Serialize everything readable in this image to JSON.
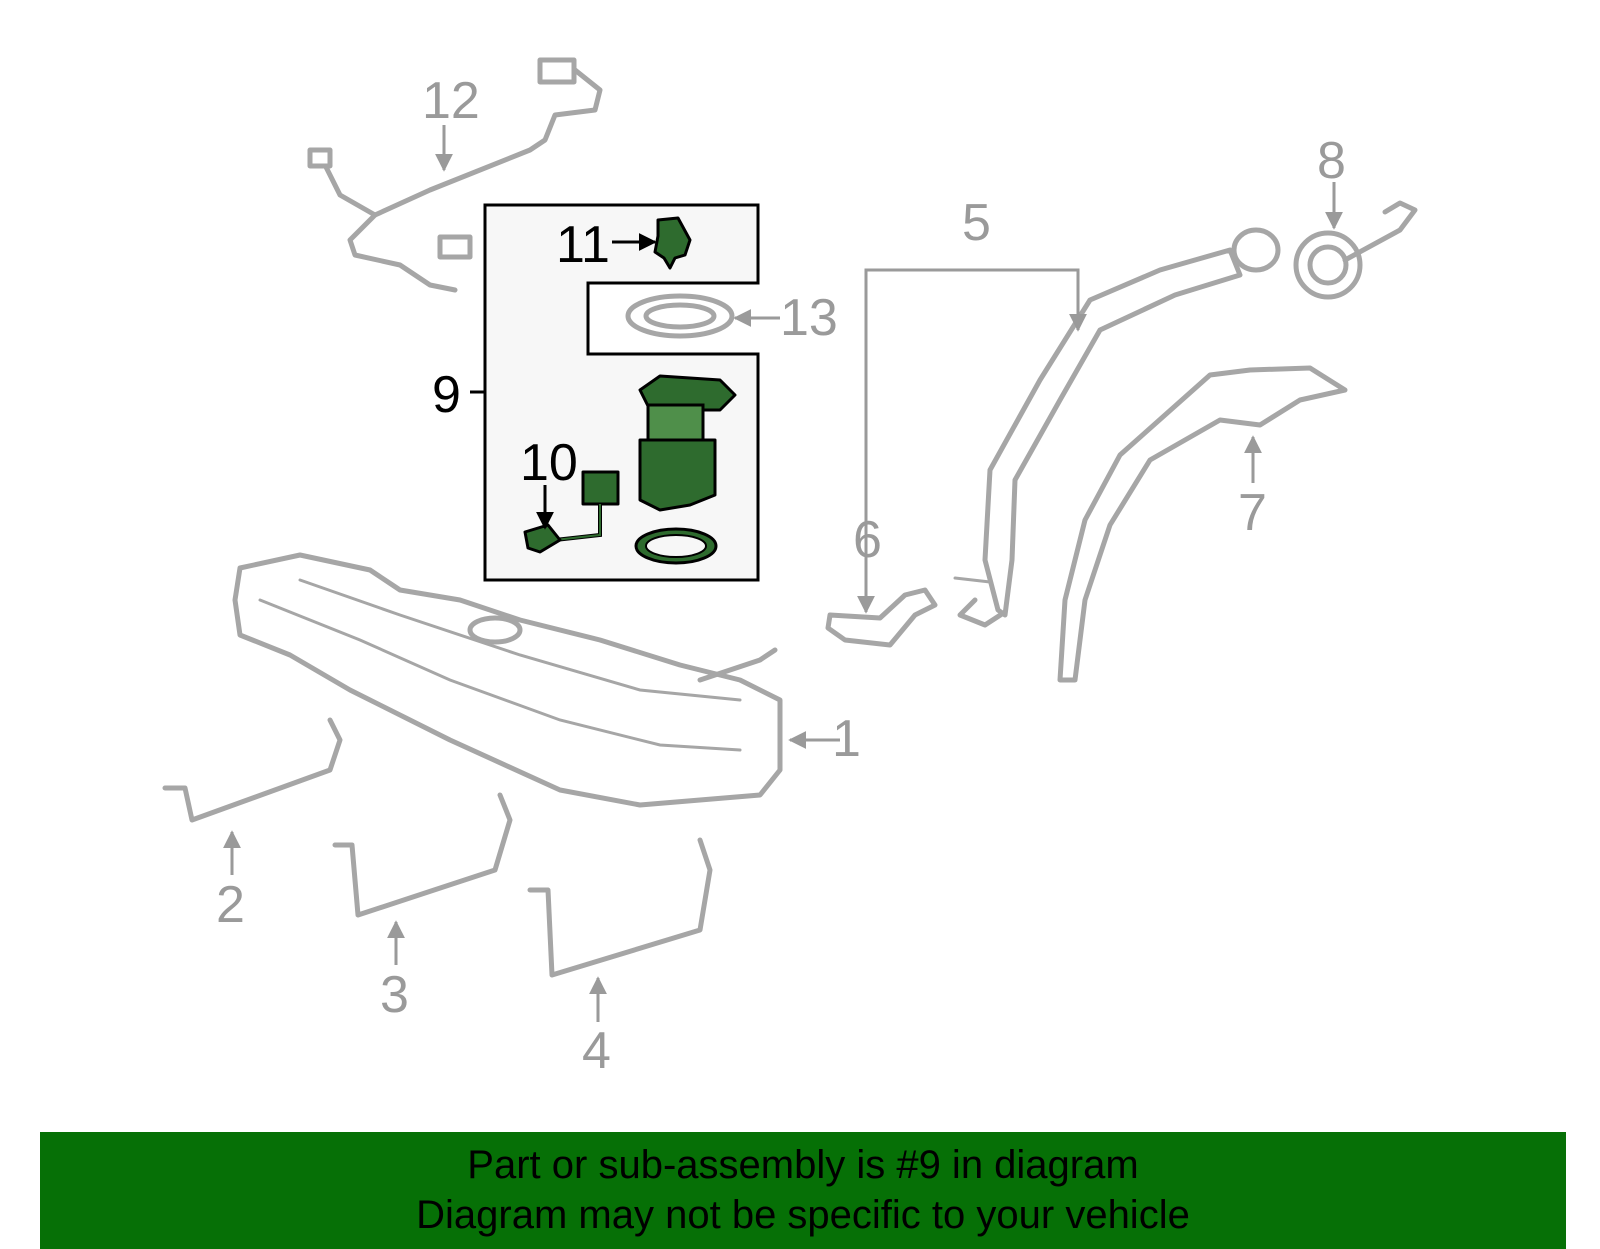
{
  "callouts": {
    "c1": "1",
    "c2": "2",
    "c3": "3",
    "c4": "4",
    "c5": "5",
    "c6": "6",
    "c7": "7",
    "c8": "8",
    "c9": "9",
    "c10": "10",
    "c11": "11",
    "c12": "12",
    "c13": "13"
  },
  "banner": {
    "line1": "Part or sub-assembly is #9 in diagram",
    "line2": "Diagram may not be specific to your vehicle"
  },
  "colors": {
    "banner_bg": "#067006",
    "highlight": "#2e6b2e",
    "part_outline": "#a6a6a6"
  }
}
